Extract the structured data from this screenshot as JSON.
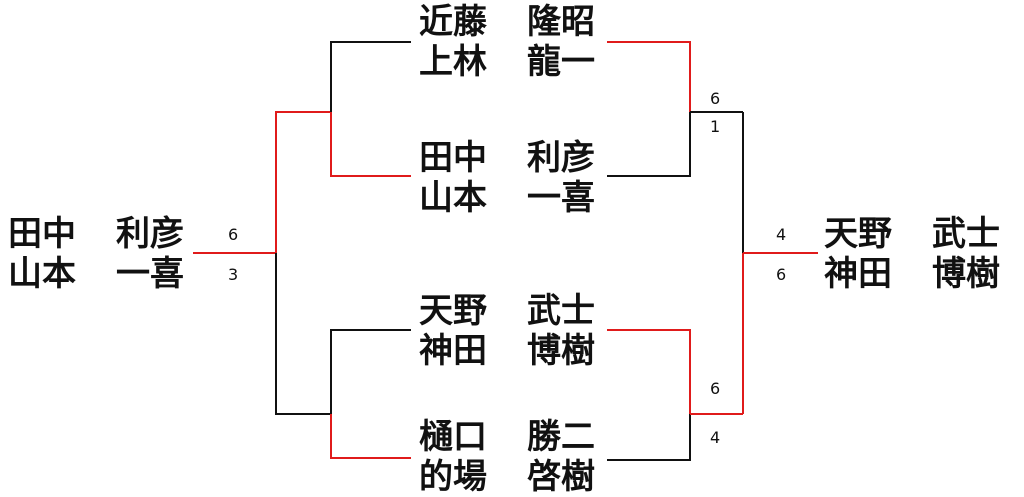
{
  "colors": {
    "winner_line": "#e01b1b",
    "loser_line": "#111111"
  },
  "teams": {
    "champion_left": {
      "p1": {
        "surname": "田中",
        "given": "利彦"
      },
      "p2": {
        "surname": "山本",
        "given": "一喜"
      }
    },
    "r1_top": {
      "p1": {
        "surname": "近藤",
        "given": "隆昭"
      },
      "p2": {
        "surname": "上林",
        "given": "龍一"
      }
    },
    "r1_second": {
      "p1": {
        "surname": "田中",
        "given": "利彦"
      },
      "p2": {
        "surname": "山本",
        "given": "一喜"
      }
    },
    "r1_third": {
      "p1": {
        "surname": "天野",
        "given": "武士"
      },
      "p2": {
        "surname": "神田",
        "given": "博樹"
      }
    },
    "r1_bottom": {
      "p1": {
        "surname": "樋口",
        "given": "勝二"
      },
      "p2": {
        "surname": "的場",
        "given": "啓樹"
      }
    },
    "right_finalist": {
      "p1": {
        "surname": "天野",
        "given": "武士"
      },
      "p2": {
        "surname": "神田",
        "given": "博樹"
      }
    }
  },
  "scores": {
    "final_left_top": "6",
    "final_left_bottom": "3",
    "semi_top_upper": "6",
    "semi_top_lower": "1",
    "semi_bottom_upper": "6",
    "semi_bottom_lower": "4",
    "right_final_upper": "4",
    "right_final_lower": "6"
  }
}
